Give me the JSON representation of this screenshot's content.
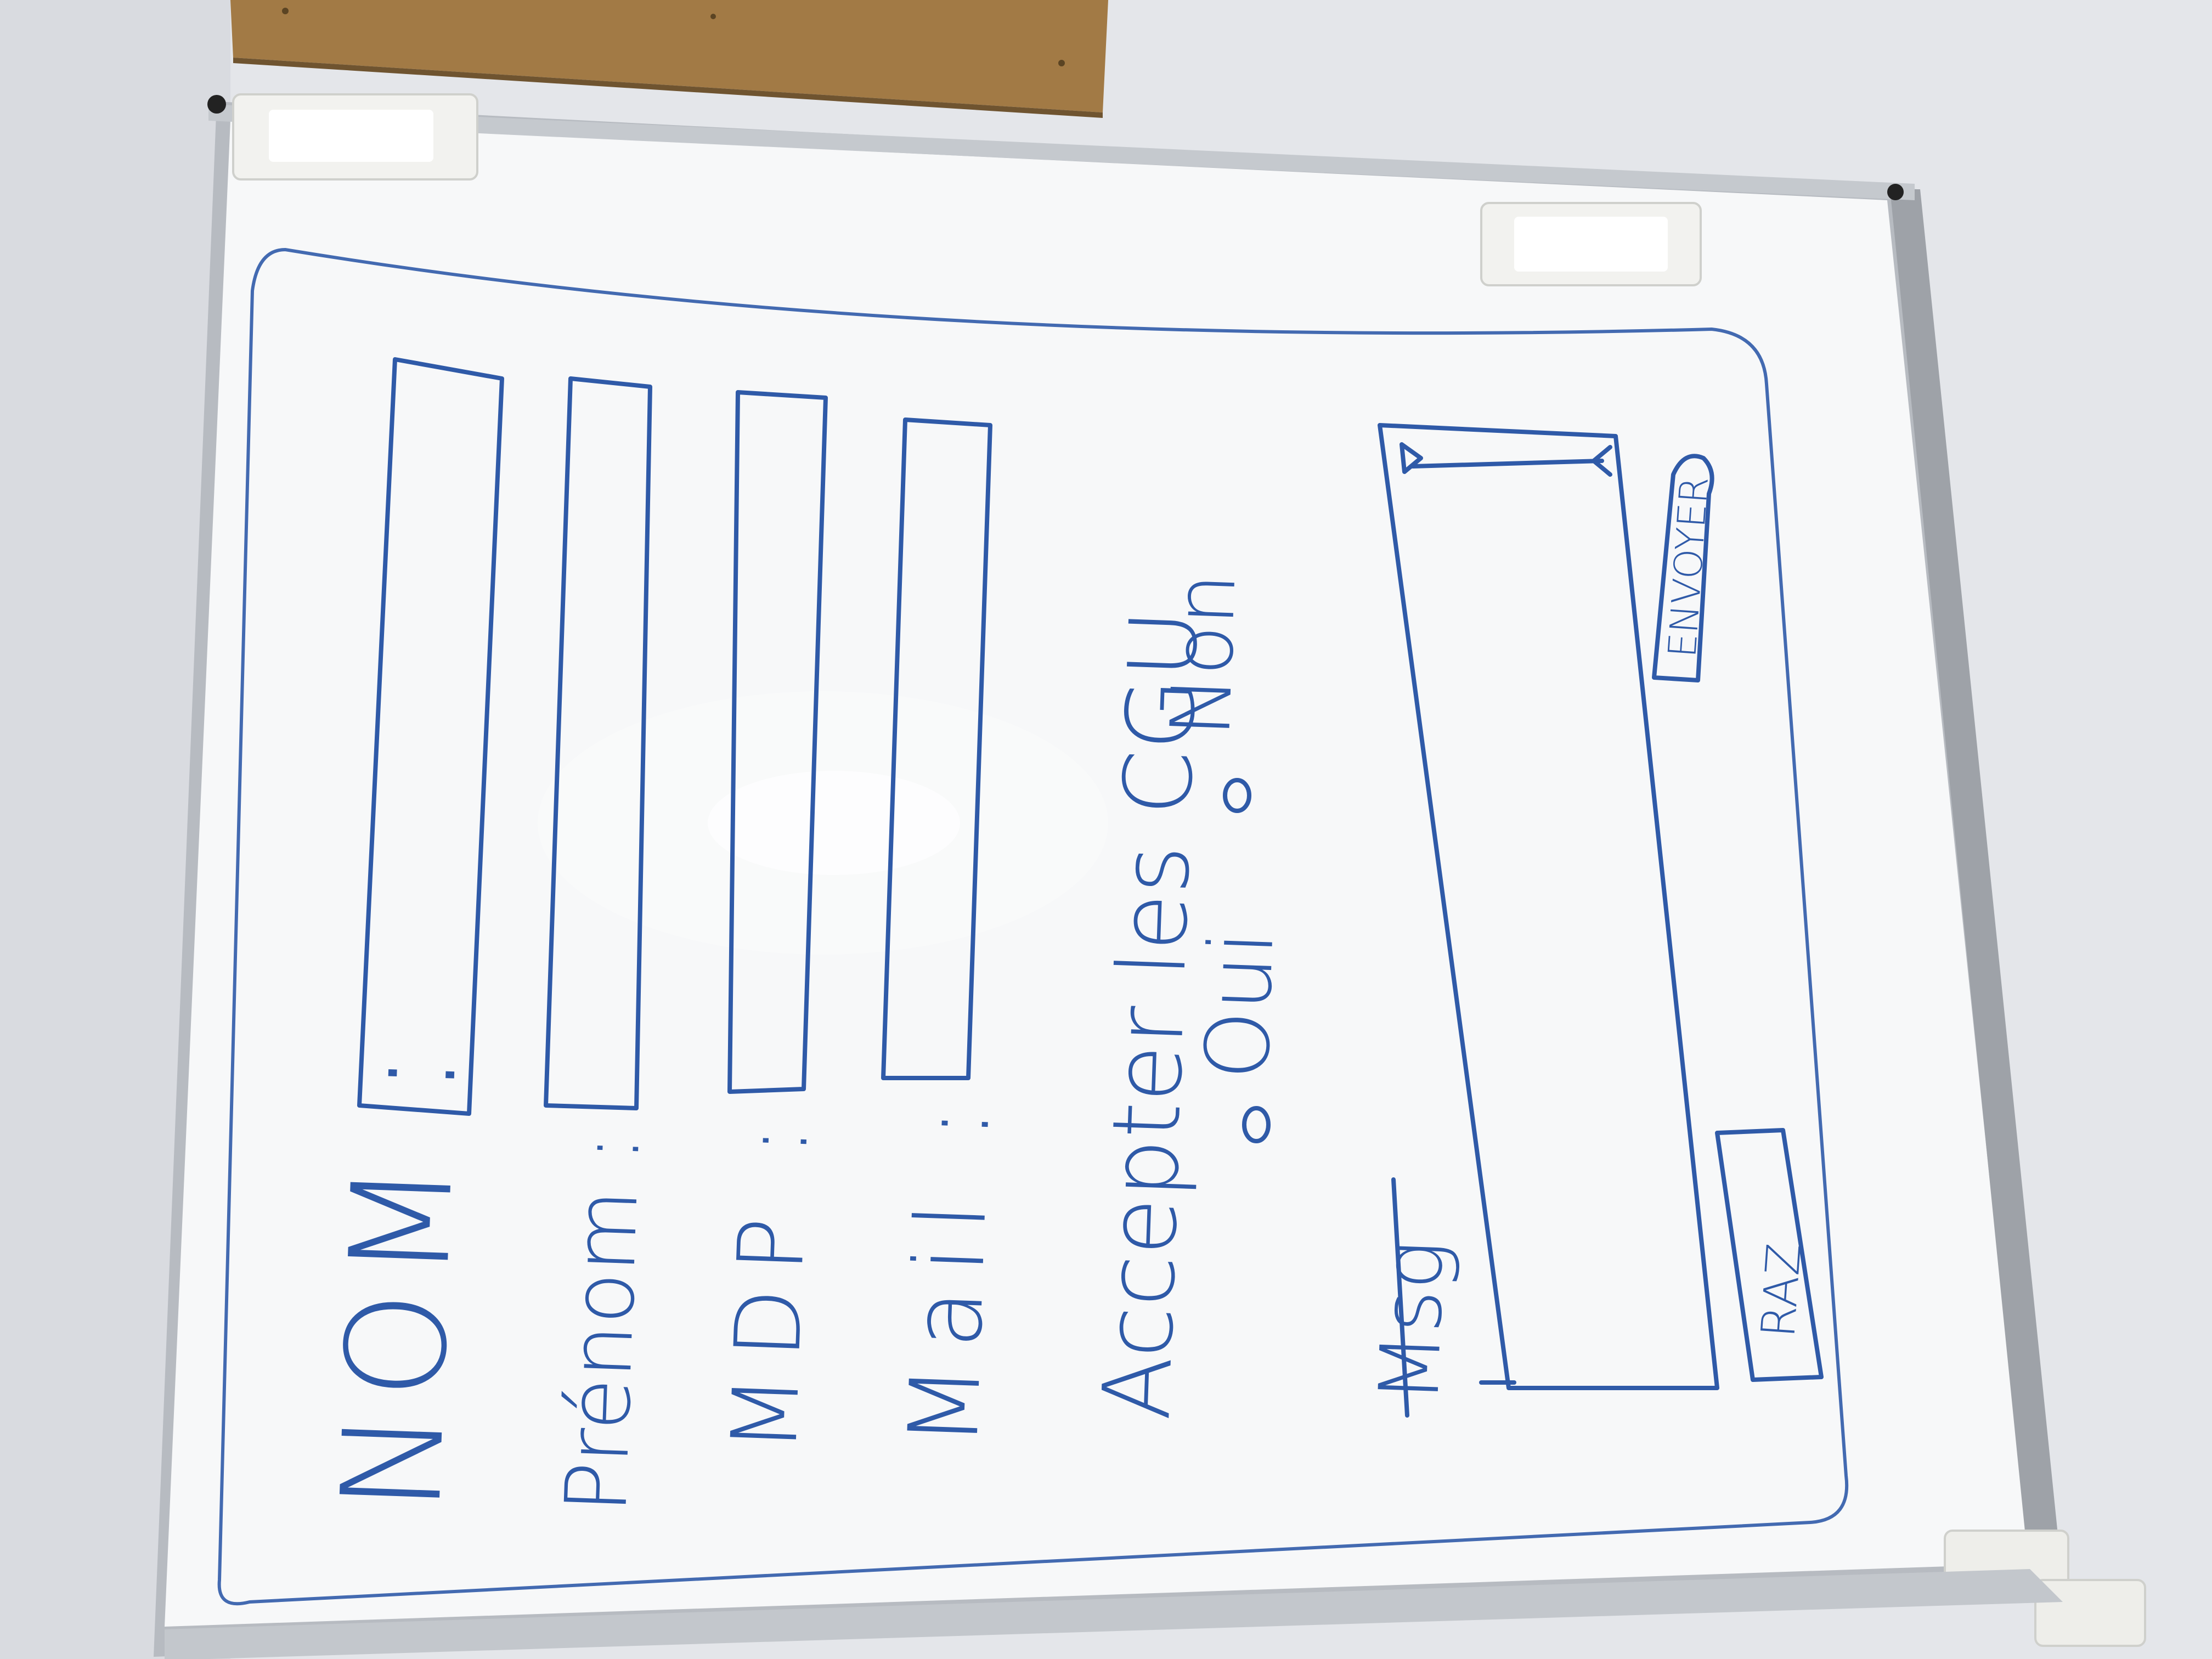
{
  "colors": {
    "wall": "#e6e8eb",
    "board": "#f6f7f8",
    "frame": "#a9adb3",
    "cork": "#a57d48",
    "marker": "#2f5aa8"
  },
  "sketch": {
    "nom_label": "NOM :",
    "prenom_label": "Prénom :",
    "mdp_label": "MDP :",
    "mail_label": "Mail :",
    "cgu_label": "Accepter les CGU",
    "oui_label": "Oui",
    "non_label": "Non",
    "msg_label": "Msg",
    "send_label": "ENVOYER",
    "reset_label": "RAZ"
  }
}
